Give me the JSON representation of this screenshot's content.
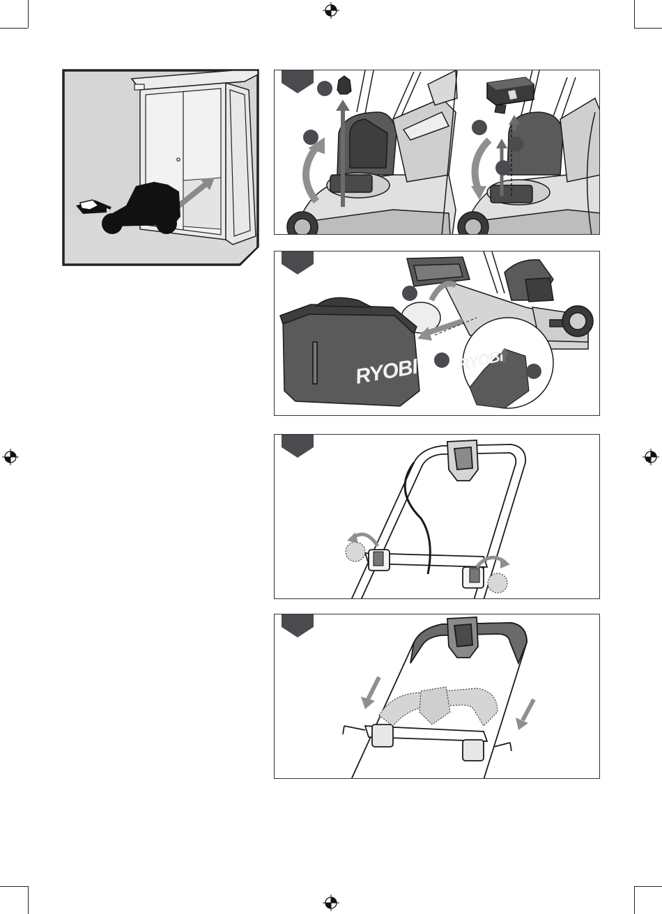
{
  "document": {
    "type": "manual-illustration-page",
    "brand_logo_text": "RYOBI"
  },
  "colors": {
    "outline": "#1a1a1a",
    "panel_border": "#333333",
    "tab_fill": "#4a4a4f",
    "mower_grey": "#5a5a5a",
    "light_grey": "#cfcfcf",
    "arrow_grey": "#9a9a9a",
    "silhouette": "#111111"
  },
  "icons": {
    "registration_mark": "crosshair-circle",
    "step_tab": "dark-pentagon",
    "step_marker": "dark-circle"
  },
  "panels": [
    {
      "id": "storage",
      "description_icon": "mower-into-shed"
    },
    {
      "id": "battery-removal",
      "markers": 5
    },
    {
      "id": "grass-bag-removal",
      "markers": 3
    },
    {
      "id": "handle-knobs",
      "markers": 0
    },
    {
      "id": "handle-fold",
      "markers": 0
    }
  ]
}
